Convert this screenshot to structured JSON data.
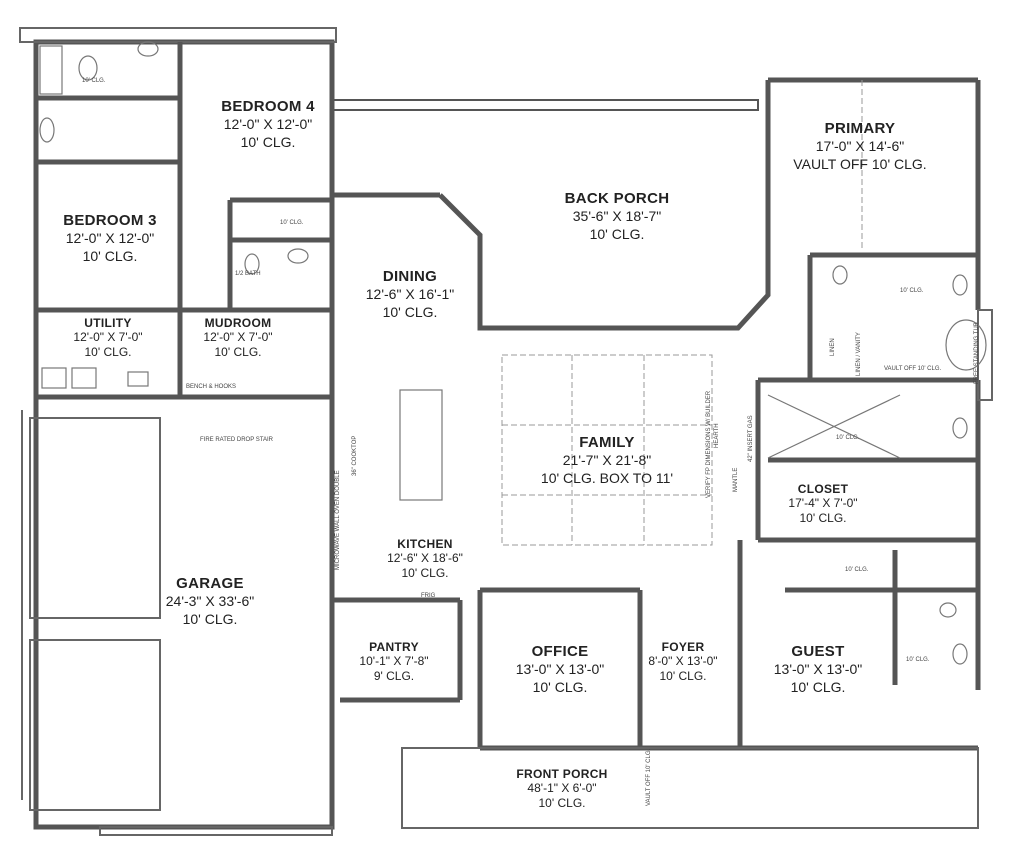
{
  "rooms": {
    "bedroom4": {
      "name": "BEDROOM 4",
      "size": "12'-0\" X 12'-0\"",
      "ceiling": "10' CLG."
    },
    "bedroom3": {
      "name": "BEDROOM 3",
      "size": "12'-0\" X 12'-0\"",
      "ceiling": "10' CLG."
    },
    "primary": {
      "name": "PRIMARY",
      "size": "17'-0\" X 14'-6\"",
      "ceiling": "VAULT OFF 10' CLG."
    },
    "back_porch": {
      "name": "BACK PORCH",
      "size": "35'-6\" X 18'-7\"",
      "ceiling": "10' CLG."
    },
    "dining": {
      "name": "DINING",
      "size": "12'-6\" X 16'-1\"",
      "ceiling": "10' CLG."
    },
    "utility": {
      "name": "UTILITY",
      "size": "12'-0\" X 7'-0\"",
      "ceiling": "10' CLG."
    },
    "mudroom": {
      "name": "MUDROOM",
      "size": "12'-0\" X 7'-0\"",
      "ceiling": "10' CLG."
    },
    "family": {
      "name": "FAMILY",
      "size": "21'-7\" X 21'-8\"",
      "ceiling": "10' CLG. BOX TO 11'"
    },
    "closet": {
      "name": "CLOSET",
      "size": "17'-4\" X 7'-0\"",
      "ceiling": "10' CLG."
    },
    "kitchen": {
      "name": "KITCHEN",
      "size": "12'-6\" X 18'-6\"",
      "ceiling": "10' CLG."
    },
    "garage": {
      "name": "GARAGE",
      "size": "24'-3\" X 33'-6\"",
      "ceiling": "10' CLG."
    },
    "pantry": {
      "name": "PANTRY",
      "size": "10'-1\" X 7'-8\"",
      "ceiling": "9' CLG."
    },
    "office": {
      "name": "OFFICE",
      "size": "13'-0\" X 13'-0\"",
      "ceiling": "10' CLG."
    },
    "foyer": {
      "name": "FOYER",
      "size": "8'-0\" X 13'-0\"",
      "ceiling": "10' CLG."
    },
    "guest": {
      "name": "GUEST",
      "size": "13'-0\" X 13'-0\"",
      "ceiling": "10' CLG."
    },
    "front_porch": {
      "name": "FRONT PORCH",
      "size": "48'-1\" X 6'-0\"",
      "ceiling": "10' CLG."
    }
  },
  "notes": {
    "clg": "10' CLG.",
    "half_bath": "1/2 BATH",
    "linen": "LINEN",
    "linen_vanity": "LINEN / VANITY",
    "vault": "VAULT OFF 10' CLG.",
    "bench": "BENCH & HOOKS",
    "drop_stair": "FIRE RATED DROP STAIR",
    "tub": "FREE STANDING TUB",
    "frig": "FRIG",
    "mantle": "MANTLE",
    "hearth": "HEARTH",
    "insert": "42\" INSERT GAS",
    "oven": "MICROWAVE WALL OVEN DOUBLE",
    "cooktop": "36\" COOKTOP",
    "porch_vault": "VAULT OFF 10' CLG.",
    "verify": "VERIFY FP DIMENSIONS W/ BUILDER"
  }
}
